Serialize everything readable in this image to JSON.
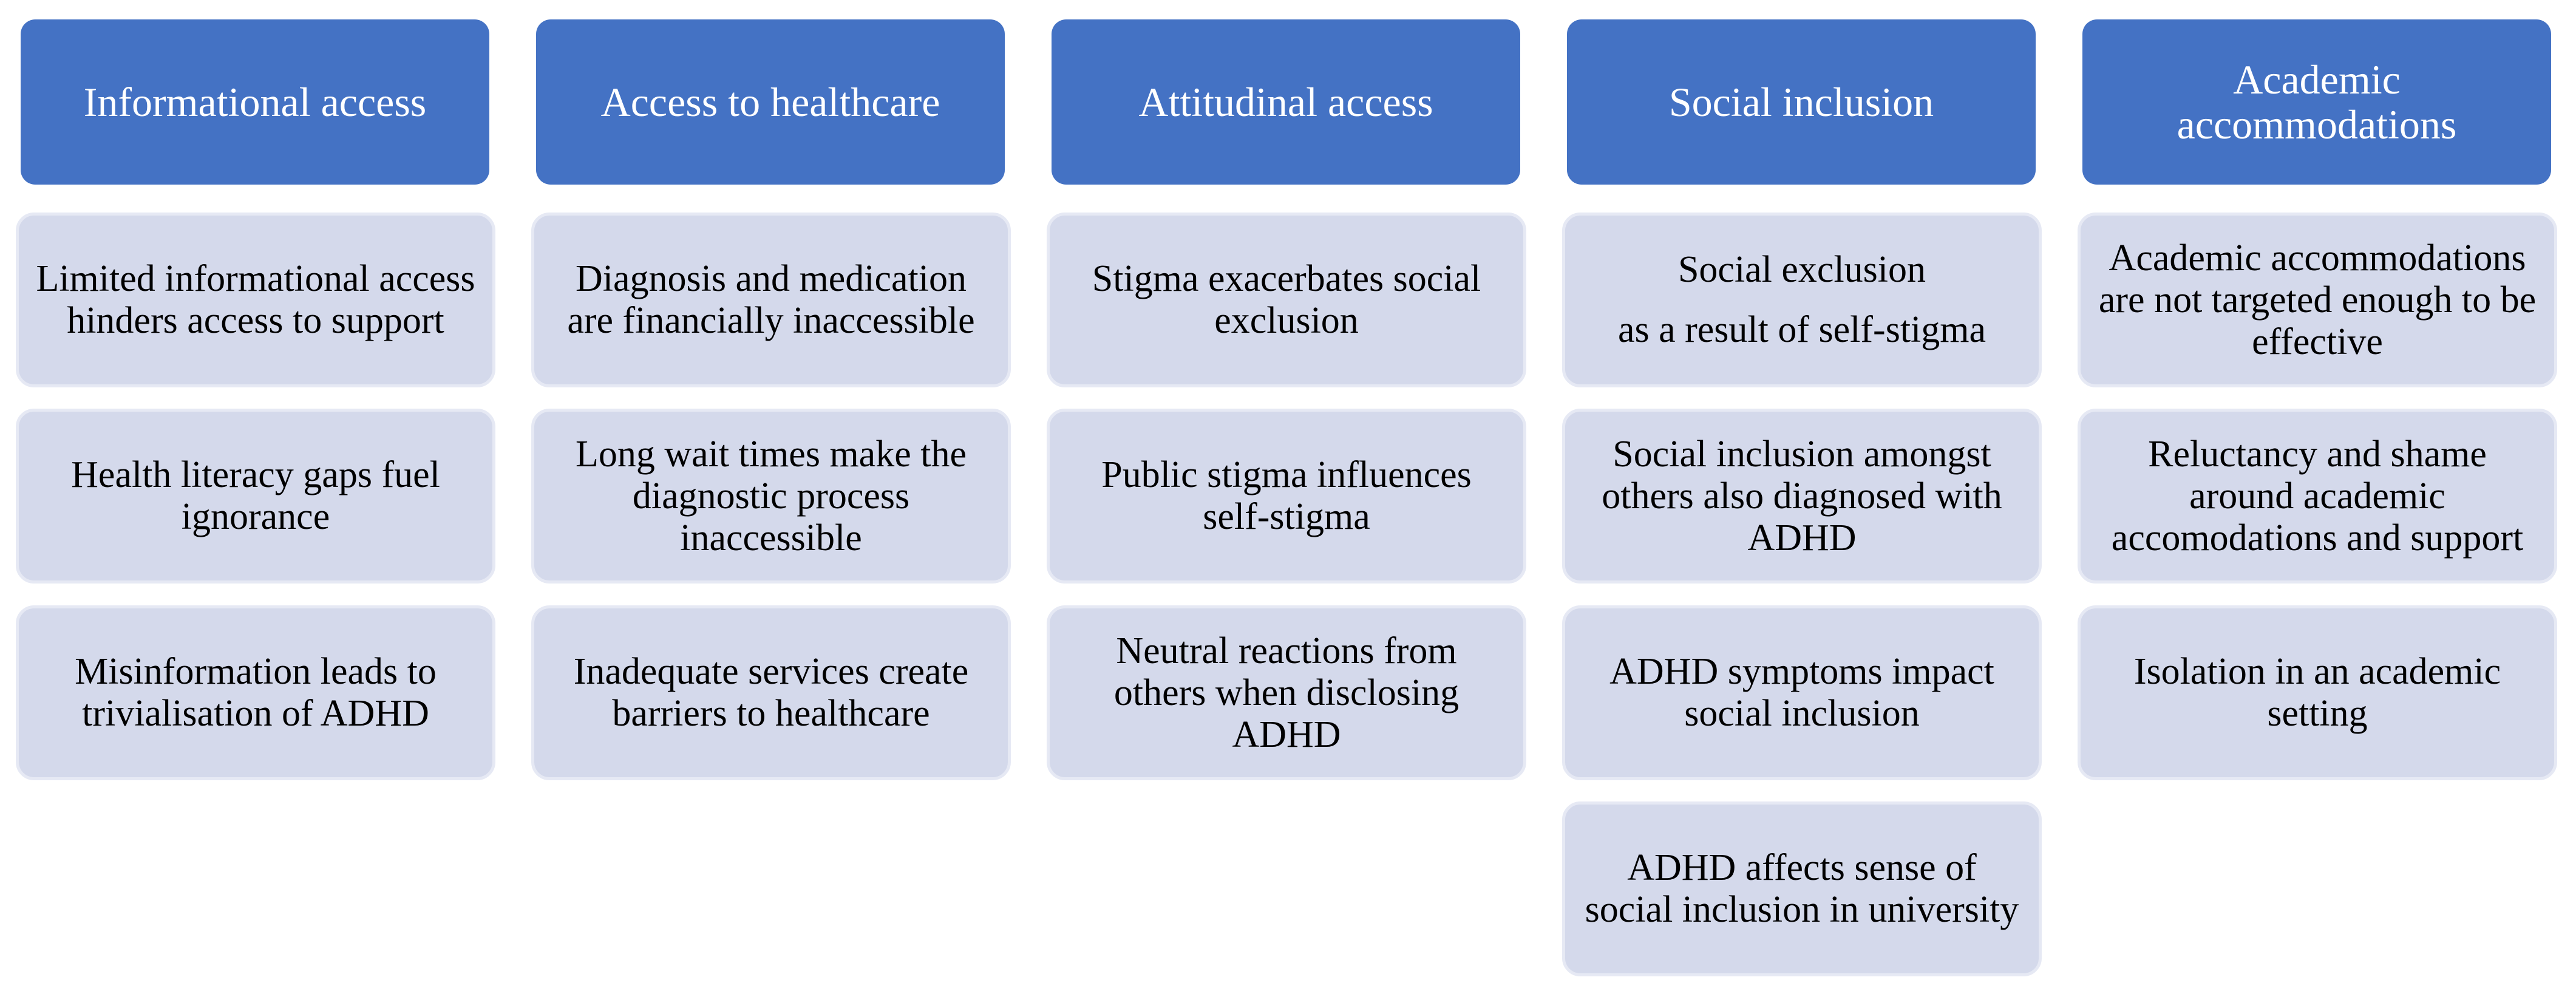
{
  "columns": [
    {
      "header": "Informational access",
      "cards": [
        "Limited informational access hinders access to support",
        "Health literacy gaps fuel ignorance",
        "Misinformation leads to trivialisation of ADHD"
      ]
    },
    {
      "header": "Access to healthcare",
      "cards": [
        "Diagnosis and medication are financially inaccessible",
        "Long wait times make the diagnostic process inaccessible",
        "Inadequate services create barriers to healthcare"
      ]
    },
    {
      "header": "Attitudinal access",
      "cards": [
        "Stigma exacerbates social exclusion",
        "Public stigma influences self-stigma",
        "Neutral reactions from others when disclosing ADHD"
      ]
    },
    {
      "header": "Social inclusion",
      "cards": [
        "Social exclusion as a result of self-stigma",
        "Social inclusion amongst others also diagnosed with ADHD",
        "ADHD symptoms impact social inclusion",
        "ADHD affects sense of social inclusion in university"
      ],
      "card0_lines": [
        "Social exclusion",
        "as a result of self-stigma"
      ]
    },
    {
      "header": "Academic accommodations",
      "cards": [
        "Academic accommodations are not targeted enough to be effective",
        "Reluctancy and shame around academic accomodations and support",
        "Isolation in an academic setting"
      ]
    }
  ]
}
